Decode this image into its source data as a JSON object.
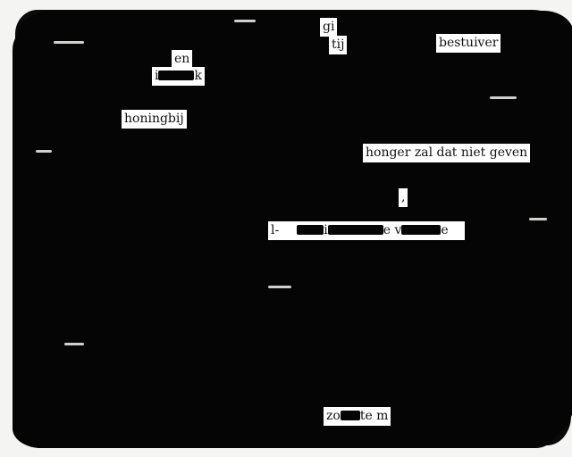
{
  "words": {
    "w1": "gi",
    "w2": "tij",
    "w3": "bestuiver",
    "w4": "en",
    "w5a": "i",
    "w5b": "k",
    "w6": "honingbij",
    "w7": "honger zal dat niet geven",
    "w8": ",",
    "w9a": "l-",
    "w9b": "i",
    "w9c": "e v",
    "w9d": "e",
    "w10a": "zo",
    "w10b": "te m"
  }
}
